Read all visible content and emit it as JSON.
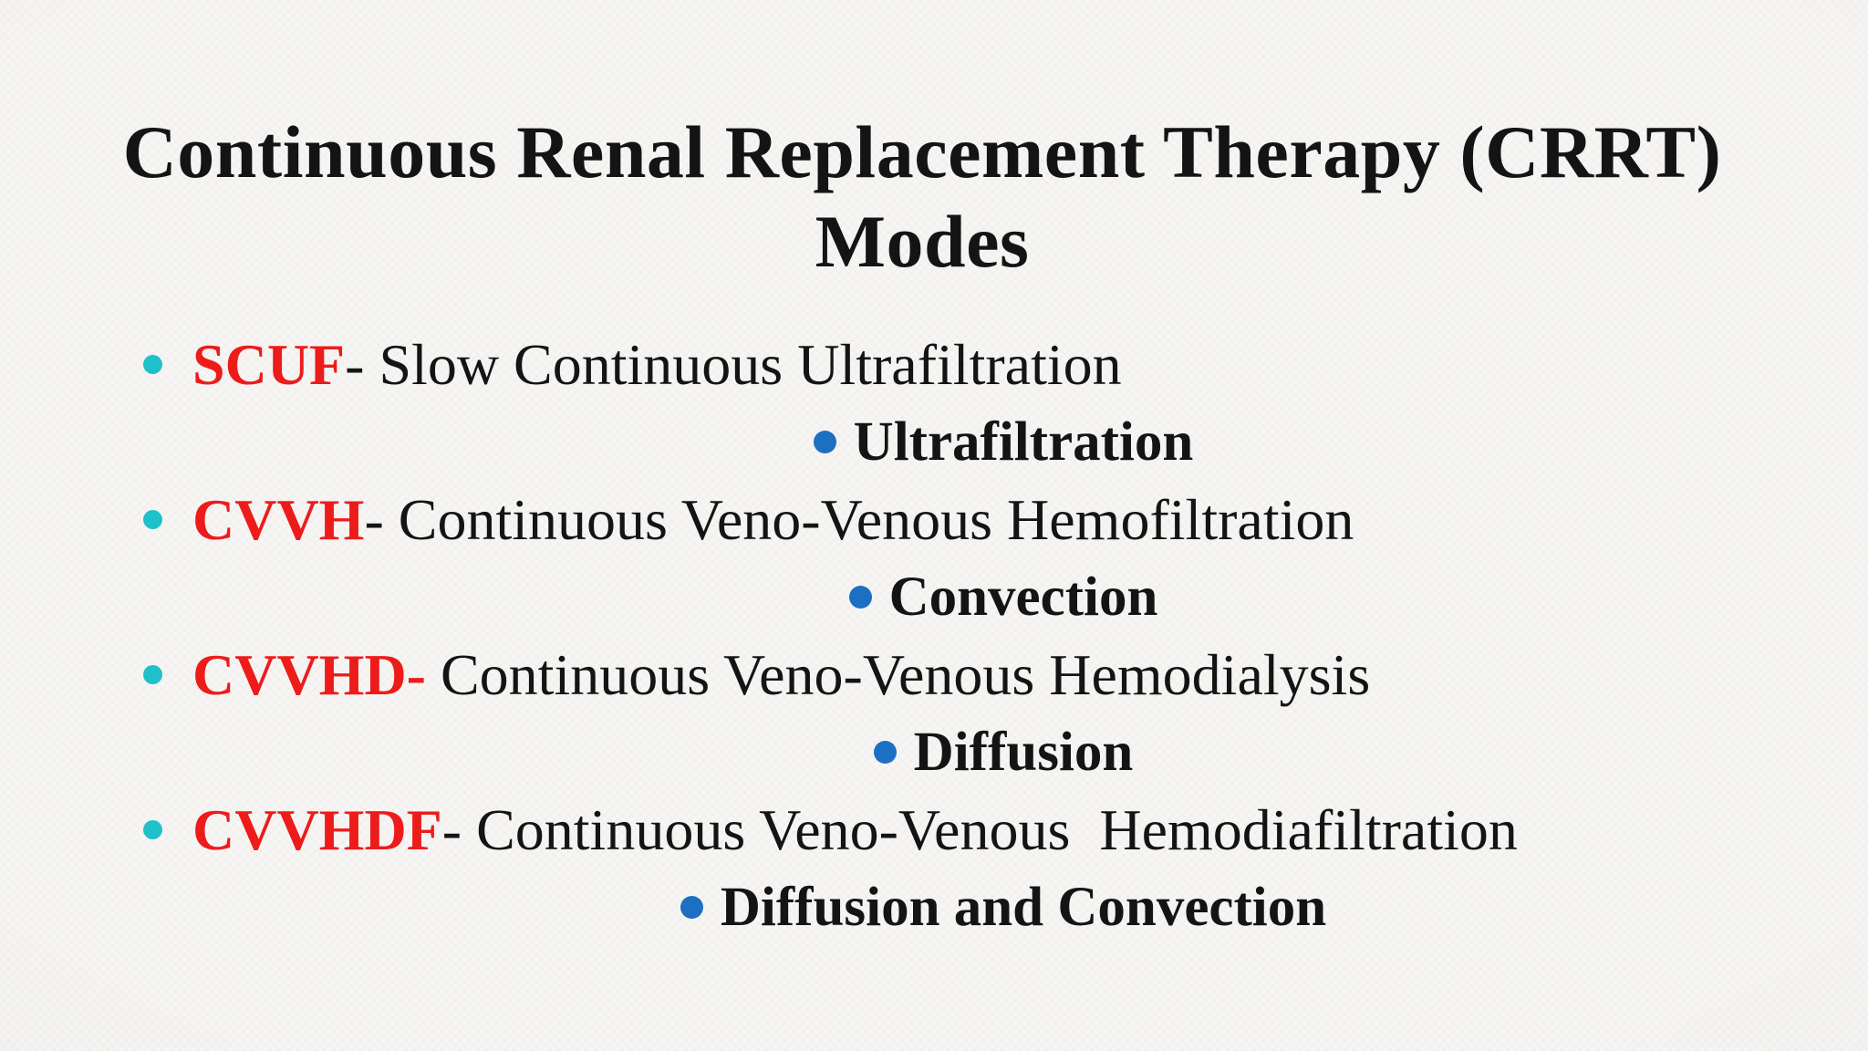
{
  "colors": {
    "background": "#f6f5f3",
    "text": "#141414",
    "accent-red": "#ee1b1b",
    "bullet-teal": "#1ec0ca",
    "bullet-blue": "#1d6fc2"
  },
  "slide": {
    "title": {
      "line1": "Continuous Renal Replacement Therapy (CRRT)",
      "line2": "Modes"
    },
    "bullets": [
      {
        "term": "SCUF",
        "rest": "- Slow Continuous Ultrafiltration",
        "sub": "Ultrafiltration"
      },
      {
        "term": "CVVH",
        "rest": "- Continuous Veno-Venous Hemofiltration",
        "sub": "Convection"
      },
      {
        "term": "CVVHD-",
        "rest": " Continuous Veno-Venous Hemodialysis",
        "sub": "Diffusion"
      },
      {
        "term": "CVVHDF",
        "rest": "- Continuous Veno-Venous  Hemodiafiltration",
        "sub": "Diffusion and Convection"
      }
    ]
  }
}
